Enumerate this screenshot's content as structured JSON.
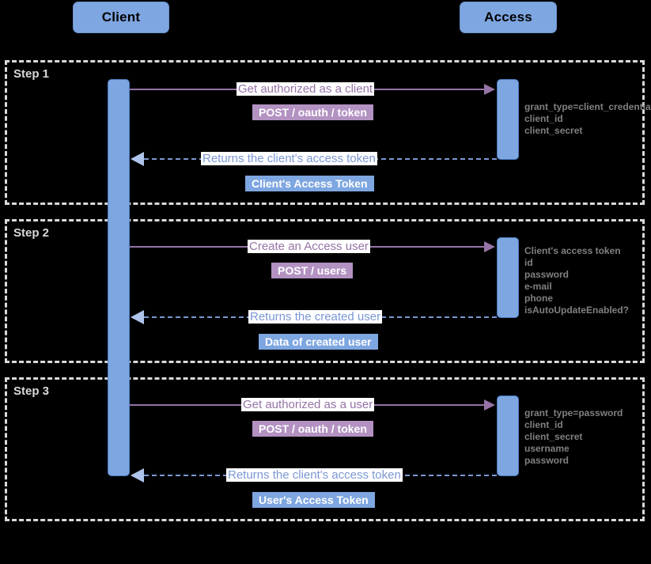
{
  "participants": [
    {
      "name": "client-participant",
      "label": "Client"
    },
    {
      "name": "access-participant",
      "label": "Access"
    }
  ],
  "colors": {
    "participant_fill": "#7EA6E0",
    "activation_fill": "#7EA6E0",
    "call_arrow": "#9673A6",
    "return_arrow": "#7B97D4",
    "call_badge": "#B392C2",
    "return_badge": "#7EA6E0",
    "frame_dash": "#D9D9D9",
    "note_text": "#808080",
    "background": "#000000"
  },
  "steps": [
    {
      "label": "Step 1",
      "call": {
        "text": "Get authorized as a client",
        "badge": "POST / oauth / token"
      },
      "return": {
        "text": "Returns the client's access token",
        "badge": "Client's Access Token"
      },
      "note": [
        "grant_type=client_credentials",
        "client_id",
        "client_secret"
      ]
    },
    {
      "label": "Step 2",
      "call": {
        "text": "Create an Access user",
        "badge": "POST / users"
      },
      "return": {
        "text": "Returns the created user",
        "badge": "Data of created user"
      },
      "note": [
        "Client's access token",
        "id",
        "password",
        "e-mail",
        "phone",
        "isAutoUpdateEnabled?"
      ]
    },
    {
      "label": "Step 3",
      "call": {
        "text": "Get authorized as a user",
        "badge": "POST / oauth / token"
      },
      "return": {
        "text": "Returns the client's access token",
        "badge": "User's Access Token"
      },
      "note": [
        "grant_type=password",
        "client_id",
        "client_secret",
        "username",
        "password"
      ]
    }
  ]
}
